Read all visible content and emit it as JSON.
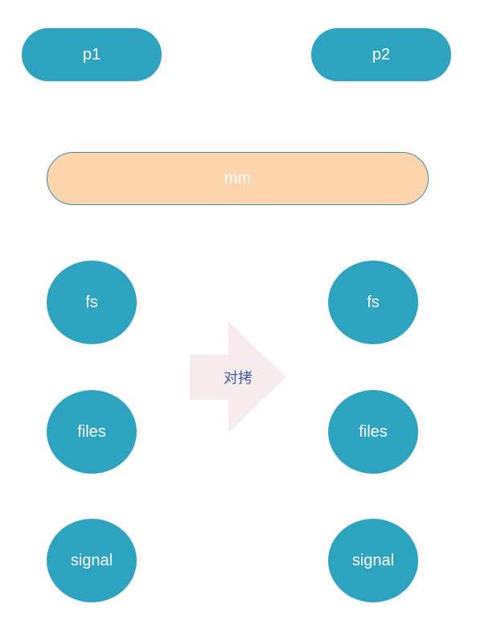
{
  "colors": {
    "node_fill": "#2ea3bf",
    "mm_fill": "#fdd5ad",
    "mm_border": "#3a8fa6",
    "arrow_fill": "#f8ebee",
    "arrow_text": "#3b5ea1",
    "node_text": "#ffffff"
  },
  "processes": {
    "left": "p1",
    "right": "p2"
  },
  "shared": {
    "mm": "mm"
  },
  "left_column": [
    "fs",
    "files",
    "signal"
  ],
  "right_column": [
    "fs",
    "files",
    "signal"
  ],
  "arrow": {
    "label": "对拷"
  }
}
